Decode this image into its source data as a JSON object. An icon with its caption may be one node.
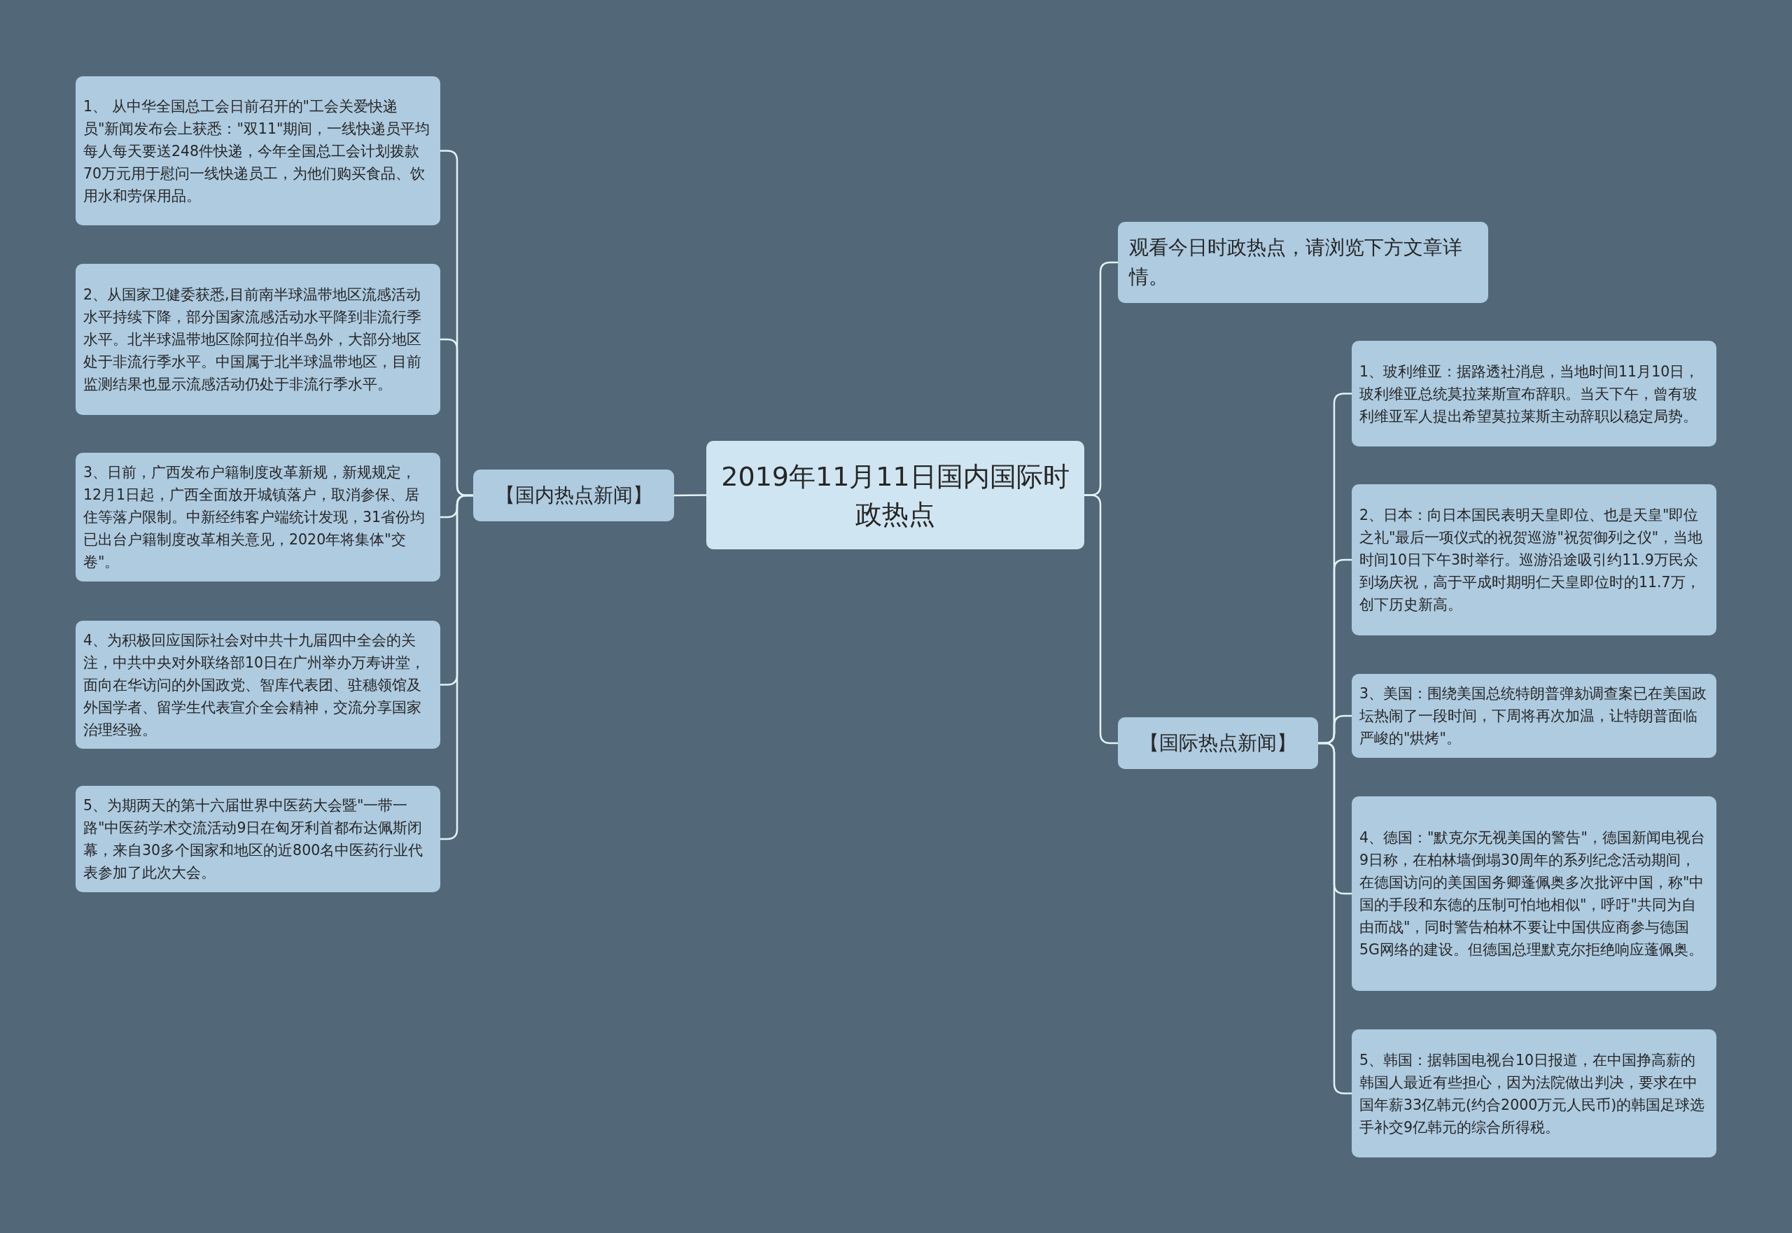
{
  "diagram": {
    "nodes": [
      {
        "text": [
          "2019年11月11日国内国际时政热点"
        ]
      },
      {
        "text": [
          "【国内热点新闻】"
        ]
      },
      {
        "text": [
          "1、 从中华全国总工会日前召开的\"工会关爱快递员\"新闻发布会上获悉：\"双11\"期间，一线快递员平均每人每天要送248件快递，今年全国总工会计划拨款70万元用于慰问一线快递员工，为他们购买食品、饮用水和劳保用品。"
        ]
      },
      {
        "text": [
          "2、从国家卫健委获悉,目前南半球温带地区流感活动水平持续下降，部分国家流感活动水平降到非流行季水平。北半球温带地区除阿拉伯半岛外，大部分地区处于非流行季水平。中国属于北半球温带地区，目前监测结果也显示流感活动仍处于非流行季水平。"
        ]
      },
      {
        "text": [
          "3、日前，广西发布户籍制度改革新规，新规规定，12月1日起，广西全面放开城镇落户，取消参保、居住等落户限制。中新经纬客户端统计发现，31省份均已出台户籍制度改革相关意见，2020年将集体\"交卷\"。"
        ]
      },
      {
        "text": [
          "4、为积极回应国际社会对中共十九届四中全会的关注，中共中央对外联络部10日在广州举办万寿讲堂，面向在华访问的外国政党、智库代表团、驻穗领馆及外国学者、留学生代表宣介全会精神，交流分享国家治理经验。"
        ]
      },
      {
        "text": [
          "5、为期两天的第十六届世界中医药大会暨\"一带一路\"中医药学术交流活动9日在匈牙利首都布达佩斯闭幕，来自30多个国家和地区的近800名中医药行业代表参加了此次大会。"
        ]
      },
      {
        "text": [
          "观看今日时政热点，请浏览下方文章详情。"
        ]
      },
      {
        "text": [
          "【国际热点新闻】"
        ]
      },
      {
        "text": [
          "1、玻利维亚：据路透社消息，当地时间11月10日，玻利维亚总统莫拉莱斯宣布辞职。当天下午，曾有玻利维亚军人提出希望莫拉莱斯主动辞职以稳定局势。"
        ]
      },
      {
        "text": [
          "2、日本：向日本国民表明天皇即位、也是天皇\"即位之礼\"最后一项仪式的祝贺巡游\"祝贺御列之仪\"，当地时间10日下午3时举行。巡游沿途吸引约11.9万民众到场庆祝，高于平成时期明仁天皇即位时的11.7万，创下历史新高。"
        ]
      },
      {
        "text": [
          "3、美国：围绕美国总统特朗普弹劾调查案已在美国政坛热闹了一段时间，下周将再次加温，让特朗普面临严峻的\"烘烤\"。"
        ]
      },
      {
        "text": [
          "4、德国：\"默克尔无视美国的警告\"，德国新闻电视台9日称，在柏林墙倒塌30周年的系列纪念活动期间，在德国访问的美国国务卿蓬佩奥多次批评中国，称\"中国的手段和东德的压制可怕地相似\"，呼吁\"共同为自由而战\"，同时警告柏林不要让中国供应商参与德国5G网络的建设。但德国总理默克尔拒绝响应蓬佩奥。"
        ]
      },
      {
        "text": [
          "5、韩国：据韩国电视台10日报道，在中国挣高薪的韩国人最近有些担心，因为法院做出判决，要求在中国年薪33亿韩元(约合2000万元人民币)的韩国足球选手补交9亿韩元的综合所得税。"
        ]
      }
    ],
    "edges": [
      {
        "from": 0,
        "to": 1,
        "arrow": "none"
      },
      {
        "from": 1,
        "to": 2,
        "arrow": "none"
      },
      {
        "from": 1,
        "to": 3,
        "arrow": "none"
      },
      {
        "from": 1,
        "to": 4,
        "arrow": "none"
      },
      {
        "from": 1,
        "to": 5,
        "arrow": "none"
      },
      {
        "from": 1,
        "to": 6,
        "arrow": "none"
      },
      {
        "from": 0,
        "to": 7,
        "arrow": "none"
      },
      {
        "from": 0,
        "to": 8,
        "arrow": "none"
      },
      {
        "from": 8,
        "to": 9,
        "arrow": "none"
      },
      {
        "from": 8,
        "to": 10,
        "arrow": "none"
      },
      {
        "from": 8,
        "to": 11,
        "arrow": "none"
      },
      {
        "from": 8,
        "to": 12,
        "arrow": "none"
      },
      {
        "from": 8,
        "to": 13,
        "arrow": "none"
      }
    ]
  }
}
